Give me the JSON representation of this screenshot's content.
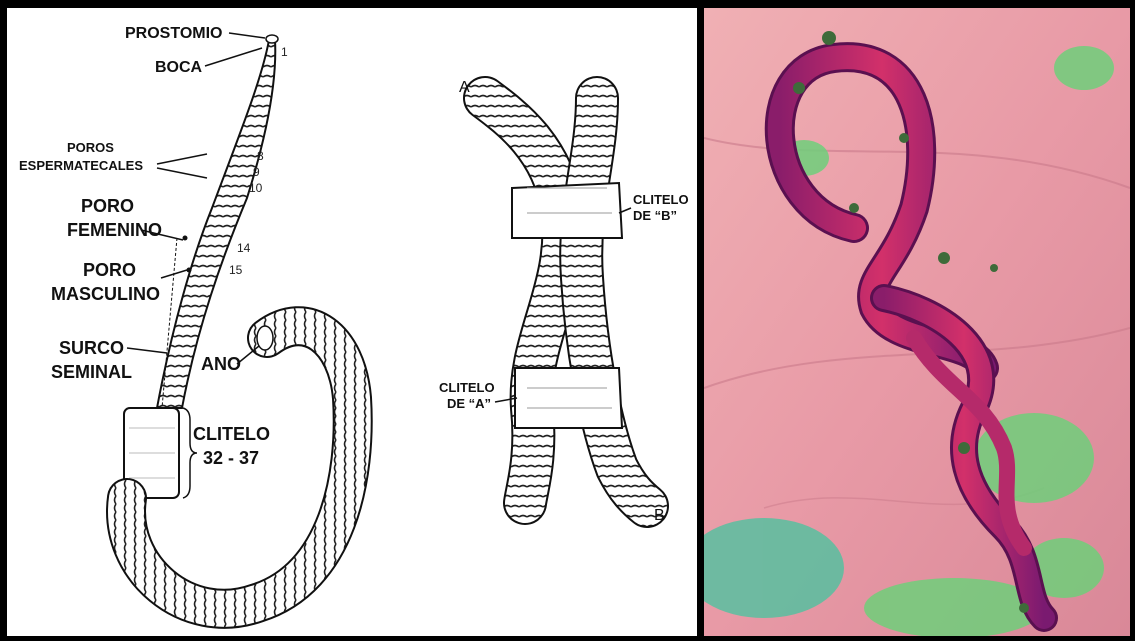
{
  "diagram": {
    "labels": {
      "prostomio": "PROSTOMIO",
      "boca": "BOCA",
      "poros_esp_1": "POROS",
      "poros_esp_2": "ESPERMATECALES",
      "poro_fem_1": "PORO",
      "poro_fem_2": "FEMENINO",
      "poro_masc_1": "PORO",
      "poro_masc_2": "MASCULINO",
      "surco_1": "SURCO",
      "surco_2": "SEMINAL",
      "ano": "ANO",
      "clitelo": "CLITELO",
      "clitelo_range": "32 - 37"
    },
    "segment_numbers": {
      "n1": "1",
      "n8": "8",
      "n9": "9",
      "n10": "10",
      "n14": "14",
      "n15": "15"
    },
    "mating": {
      "worm_a": "A",
      "worm_b": "B",
      "clitelo_b_1": "CLITELO",
      "clitelo_b_2": "DE “B”",
      "clitelo_a_1": "CLITELO",
      "clitelo_a_2": "DE “A”"
    }
  },
  "photo": {
    "subject": "earthworms-on-hand-photo",
    "colors": {
      "worm": "#c0245a",
      "skin": "#e8a0a8",
      "soil": "#6fcf7a"
    }
  }
}
